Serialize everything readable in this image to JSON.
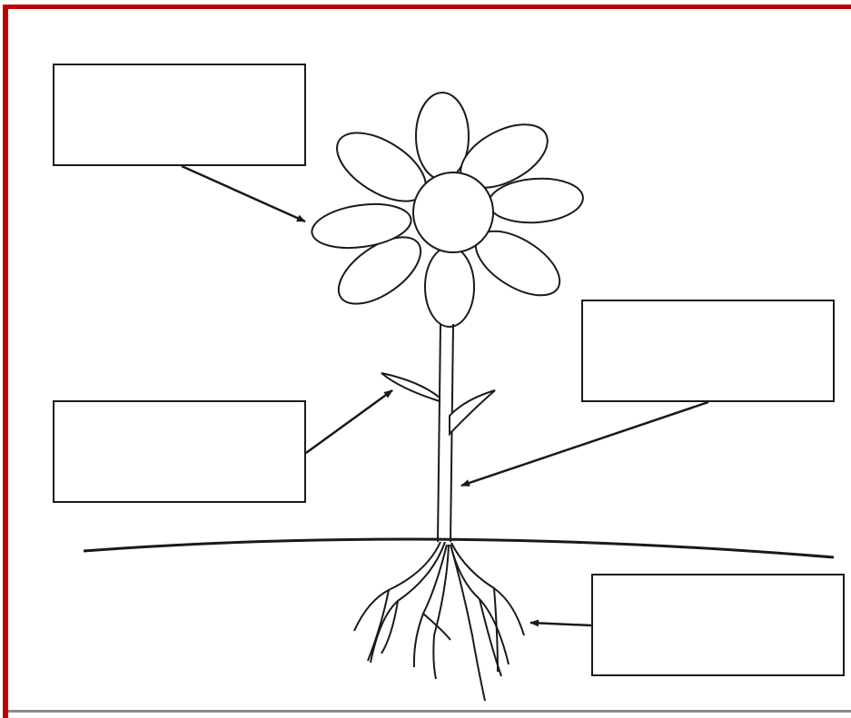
{
  "worksheet": {
    "faded_title": "",
    "frame_color": "#c00000",
    "line_color": "#1a1a1a"
  },
  "label_boxes": {
    "flower": "",
    "leaf": "",
    "stem": "",
    "roots": ""
  },
  "parts": [
    "flower",
    "petals",
    "leaf",
    "stem",
    "ground",
    "roots"
  ]
}
